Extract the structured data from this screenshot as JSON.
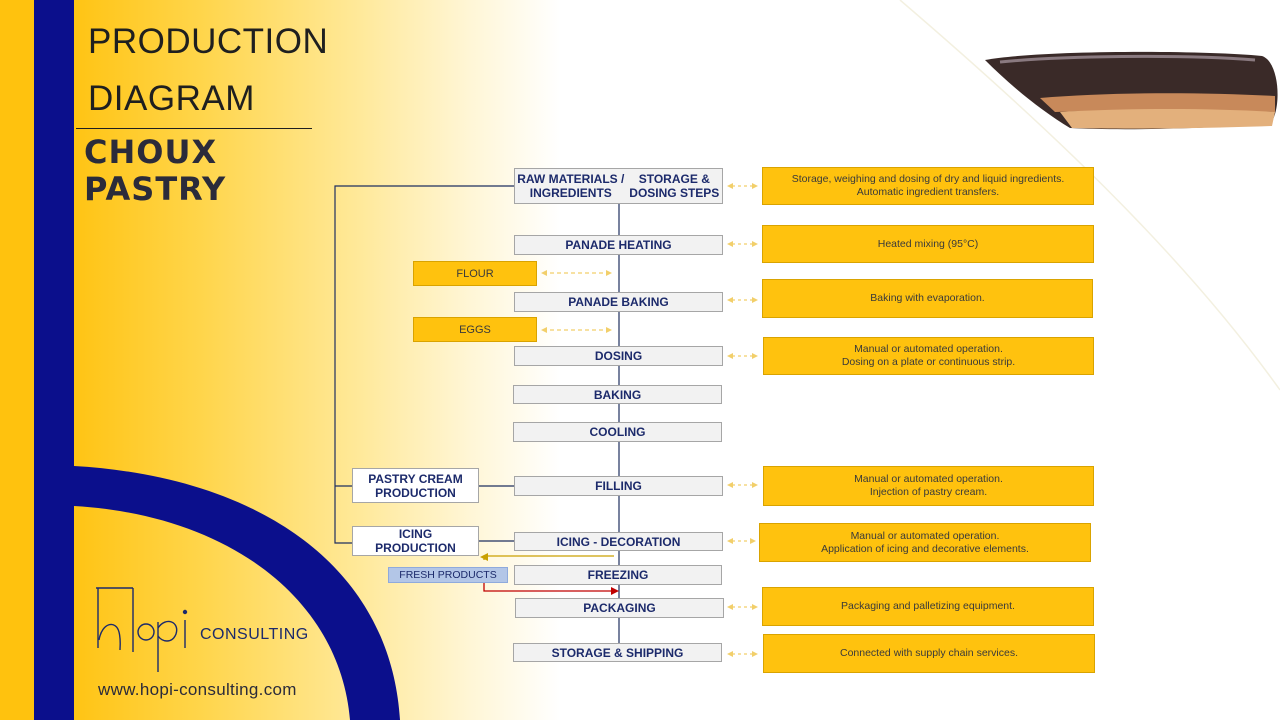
{
  "title": {
    "line1": "PRODUCTION",
    "line2": "DIAGRAM"
  },
  "subtitle": {
    "line1": "CHOUX",
    "line2": "PASTRY"
  },
  "steps": [
    {
      "line1": "RAW MATERIALS / INGREDIENTS",
      "line2": "STORAGE & DOSING STEPS"
    },
    {
      "line1": "PANADE HEATING"
    },
    {
      "line1": "PANADE BAKING"
    },
    {
      "line1": "DOSING"
    },
    {
      "line1": "BAKING"
    },
    {
      "line1": "COOLING"
    },
    {
      "line1": "FILLING"
    },
    {
      "line1": "ICING - DECORATION"
    },
    {
      "line1": "FREEZING"
    },
    {
      "line1": "PACKAGING"
    },
    {
      "line1": "STORAGE & SHIPPING"
    }
  ],
  "notes": [
    {
      "line1": "Storage, weighing and dosing of dry and liquid ingredients.",
      "line2": "Automatic ingredient transfers."
    },
    {
      "line1": "Heated mixing (95°C)"
    },
    {
      "line1": "Baking with evaporation."
    },
    {
      "line1": "Manual or automated operation.",
      "line2": "Dosing on  a plate or continuous strip."
    },
    {
      "line1": "Manual or automated operation.",
      "line2": "Injection of pastry cream."
    },
    {
      "line1": "Manual or automated operation.",
      "line2": "Application of icing and decorative elements."
    },
    {
      "line1": "Packaging and palletizing equipment."
    },
    {
      "line1": "Connected with supply chain services."
    }
  ],
  "inputs": {
    "flour": "FLOUR",
    "eggs": "EGGS"
  },
  "side_processes": {
    "pastry_cream": {
      "line1": "PASTRY CREAM",
      "line2": "PRODUCTION"
    },
    "icing": {
      "line1": "ICING",
      "line2": "PRODUCTION"
    },
    "fresh": "FRESH PRODUCTS"
  },
  "brand": {
    "name": "CONSULTING",
    "website": "www.hopi-consulting.com"
  },
  "colors": {
    "yellow": "#ffc20e",
    "navy": "#0b0f8c",
    "step_text": "#1c2a6b",
    "fresh_arrow": "#c00000",
    "icing_arrow": "#c9a000"
  }
}
